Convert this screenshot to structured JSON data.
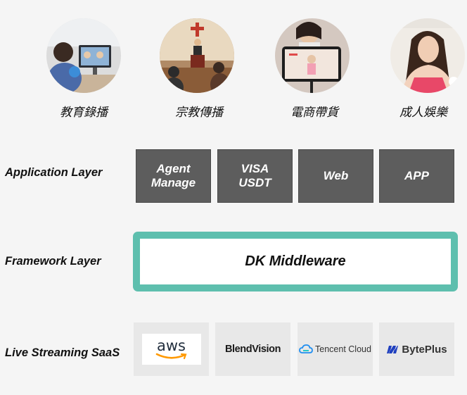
{
  "use_cases": [
    {
      "label": "教育錄播",
      "icon": "online-education-photo"
    },
    {
      "label": "宗教傳播",
      "icon": "church-sermon-photo"
    },
    {
      "label": "電商帶貨",
      "icon": "live-commerce-photo"
    },
    {
      "label": "成人娛樂",
      "icon": "entertainment-host-photo"
    }
  ],
  "layers": {
    "application": {
      "label": "Application Layer",
      "items": [
        "Agent\nManage",
        "VISA\nUSDT",
        "Web",
        "APP"
      ],
      "box_color": "#5d5d5d"
    },
    "framework": {
      "label": "Framework Layer",
      "middleware": "DK Middleware",
      "accent_color": "#5ebfae"
    },
    "saas": {
      "label": "Live Streaming SaaS",
      "providers": {
        "aws": "aws",
        "blendvision": "BlendVision",
        "tencent": "Tencent Cloud",
        "byteplus": "BytePlus"
      }
    }
  }
}
